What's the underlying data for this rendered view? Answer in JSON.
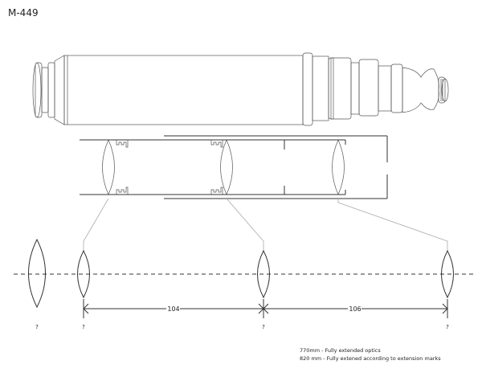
{
  "title": "M-449",
  "dimensions": {
    "span1": "104",
    "span2": "106"
  },
  "lens_labels": [
    "?",
    "?",
    "?",
    "?"
  ],
  "notes": [
    "770mm - Fully extended optics",
    "820 mm - Fully extened according to extension marks"
  ]
}
